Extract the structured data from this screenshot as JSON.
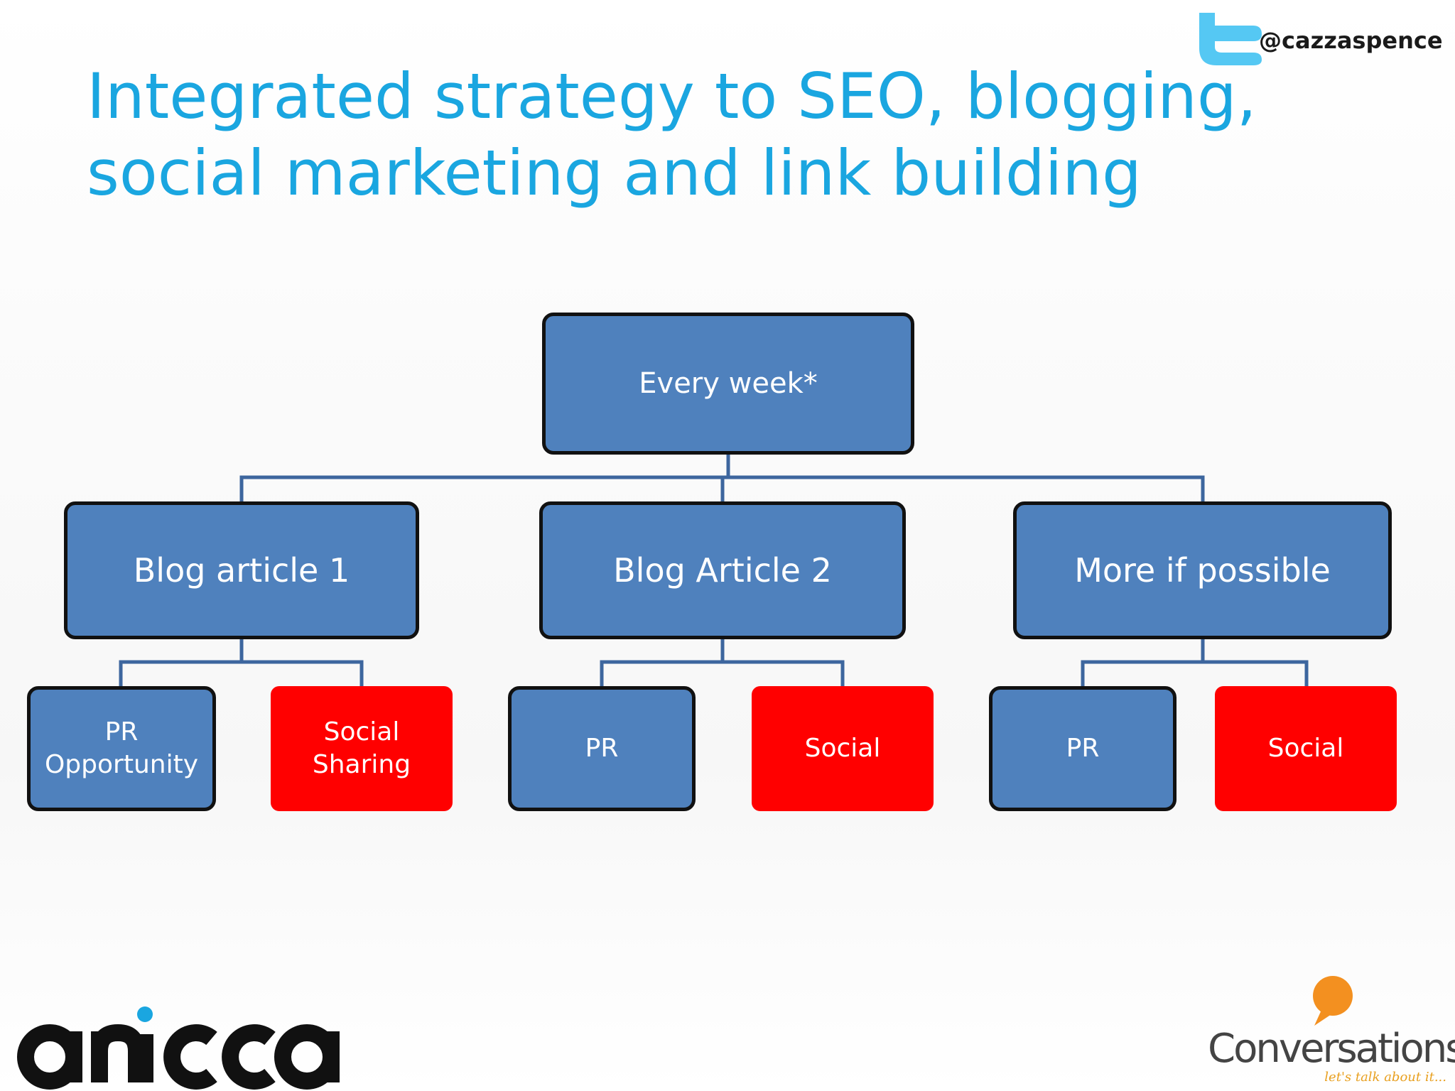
{
  "slide": {
    "title_line1": "Integrated strategy to SEO, blogging,",
    "title_line2": "social marketing and link building",
    "twitter_handle": "@cazzaspence",
    "icons": [
      "twitter-icon"
    ]
  },
  "diagram": {
    "root": {
      "label": "Every  week*"
    },
    "branches": [
      {
        "label": "Blog article 1",
        "children": [
          {
            "label": "PR\nOpportunity",
            "type": "pr"
          },
          {
            "label": "Social Sharing",
            "type": "social"
          }
        ]
      },
      {
        "label": "Blog Article 2",
        "children": [
          {
            "label": "PR",
            "type": "pr"
          },
          {
            "label": "Social",
            "type": "social"
          }
        ]
      },
      {
        "label": "More if possible",
        "children": [
          {
            "label": "PR",
            "type": "pr"
          },
          {
            "label": "Social",
            "type": "social"
          }
        ]
      }
    ]
  },
  "logos": {
    "left": "anicca",
    "right": "Conversations",
    "right_tagline": "let's talk about it..."
  },
  "colors": {
    "title": "#1aa6e0",
    "box_blue": "#4f81bd",
    "box_red": "#ff0000",
    "connector": "#3d669e",
    "twitter": "#55c8f3",
    "conversations_bubble": "#f39020"
  }
}
